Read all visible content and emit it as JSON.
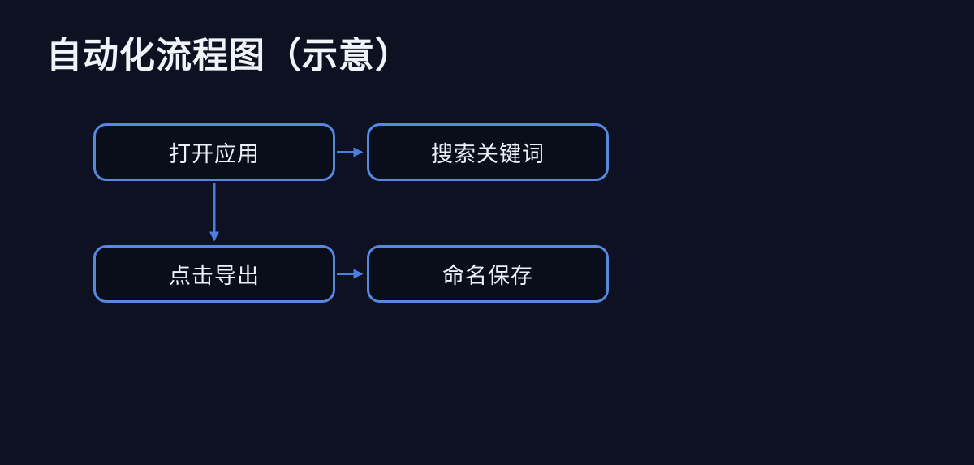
{
  "title": "自动化流程图（示意）",
  "theme": {
    "page_bg": "#0d1121",
    "title_color": "#f0f3f8",
    "node_fill": "#0a0e1a",
    "node_border": "#5688e0",
    "node_text": "#edf1f7",
    "arrow_color": "#4c7de0"
  },
  "nodes": [
    {
      "id": "open-app",
      "label": "打开应用"
    },
    {
      "id": "search-keyword",
      "label": "搜索关键词"
    },
    {
      "id": "click-export",
      "label": "点击导出"
    },
    {
      "id": "name-save",
      "label": "命名保存"
    }
  ],
  "edges": [
    {
      "from": "open-app",
      "to": "search-keyword",
      "direction": "right"
    },
    {
      "from": "open-app",
      "to": "click-export",
      "direction": "down"
    },
    {
      "from": "click-export",
      "to": "name-save",
      "direction": "right"
    }
  ]
}
